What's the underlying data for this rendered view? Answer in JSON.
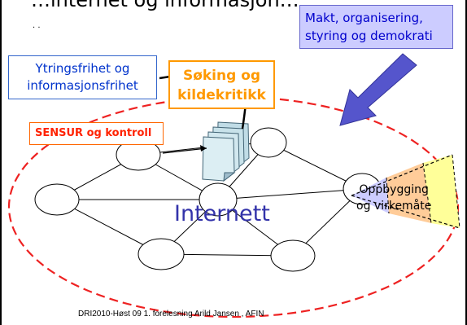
{
  "title_fragment": "…internet og informasjon…",
  "dots": ". .",
  "makt_label_line1": "Makt, organisering,",
  "makt_label_line2": "styring og demokrati",
  "ytring_label_line1": "Ytringsfrihet og",
  "ytring_label_line2": "informasjonsfrihet",
  "soking_label_line1": "Søking og",
  "soking_label_line2": "kildekritikk",
  "sensur_label": "SENSUR og kontroll",
  "internett_label": "Internett",
  "oppbygging_line1": "Oppbygging",
  "oppbygging_line2": "og virkemåte",
  "footer": "DRI2010-Høst 09  1. forelesning    Arild Jansen , AFIN",
  "colors": {
    "makt_fill": "#ccccff",
    "makt_text": "#0000cc",
    "arrow_fill": "#5555cc",
    "ytring_text": "#0033cc",
    "soking_text": "#ff9900",
    "sensur_text": "#ff2200",
    "ellipse_dash": "#ee2222",
    "internett_text": "#3333aa",
    "wedge_blue": "#ccccff",
    "wedge_orange": "#ffcc99",
    "wedge_yellow": "#ffff99"
  }
}
